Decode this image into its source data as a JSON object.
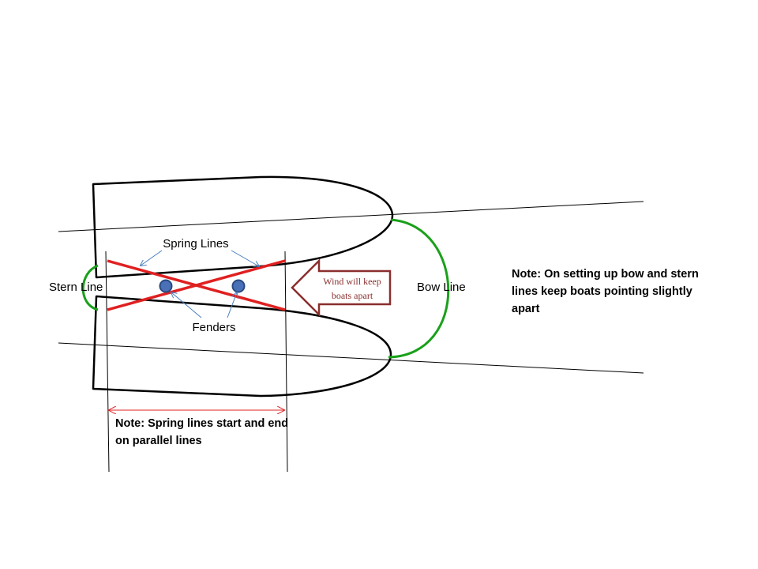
{
  "labels": {
    "spring_lines": "Spring Lines",
    "stern_line": "Stern Line",
    "bow_line": "Bow Line",
    "fenders": "Fenders",
    "wind_line1": "Wind will keep",
    "wind_line2": "boats apart"
  },
  "notes": {
    "bow_stern": "Note: On setting up bow and stern lines keep boats pointing slightly apart",
    "spring": "Note: Spring lines start and end on parallel lines"
  },
  "colors": {
    "hull": "#000000",
    "spring_lines": "#e02020",
    "mooring_lines": "#1aa01a",
    "wind_arrow": "#8b2e2e",
    "annotation_arrows": "#4a7fc0",
    "fender_fill": "#4a70b8"
  }
}
